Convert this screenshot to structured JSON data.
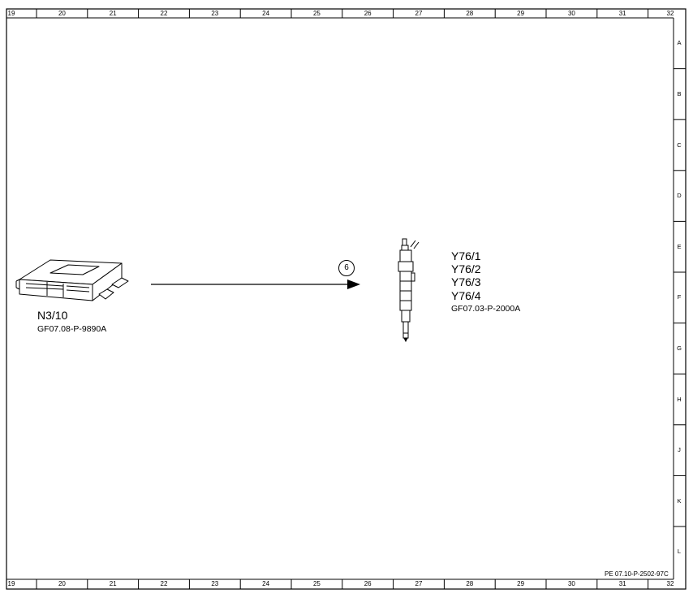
{
  "sheet": {
    "columns": [
      "19",
      "20",
      "21",
      "22",
      "23",
      "24",
      "25",
      "26",
      "27",
      "28",
      "29",
      "30",
      "31",
      "32"
    ],
    "rows": [
      "A",
      "B",
      "C",
      "D",
      "E",
      "F",
      "G",
      "H",
      "J",
      "K",
      "L"
    ],
    "drawing_code": "PE 07.10-P-2502-97C"
  },
  "components": {
    "control_unit": {
      "code": "N3/10",
      "ref": "GF07.08-P-9890A",
      "icon": "control-unit-icon"
    },
    "injectors": {
      "codes": [
        "Y76/1",
        "Y76/2",
        "Y76/3",
        "Y76/4"
      ],
      "ref": "GF07.03-P-2000A",
      "icon": "injector-icon"
    }
  },
  "connection": {
    "marker": "6"
  }
}
